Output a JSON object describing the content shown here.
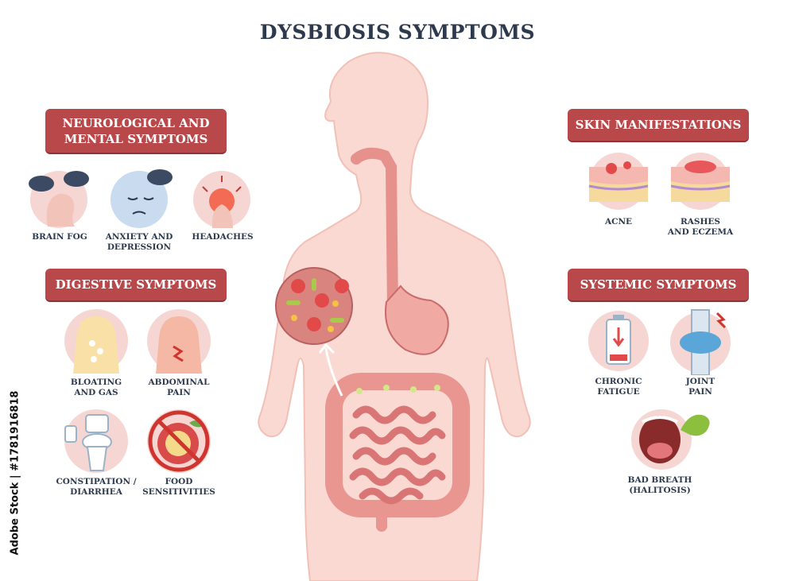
{
  "title": "DYSBIOSIS SYMPTOMS",
  "sections": {
    "neurological": {
      "heading": "NEUROLOGICAL AND\nMENTAL SYMPTOMS",
      "items": [
        "BRAIN FOG",
        "ANXIETY AND\nDEPRESSION",
        "HEADACHES"
      ]
    },
    "digestive": {
      "heading": "DIGESTIVE SYMPTOMS",
      "items": [
        "BLOATING\nAND GAS",
        "ABDOMINAL\nPAIN",
        "CONSTIPATION /\nDIARRHEA",
        "FOOD\nSENSITIVITIES"
      ]
    },
    "skin": {
      "heading": "SKIN MANIFESTATIONS",
      "items": [
        "ACNE",
        "RASHES\nAND ECZEMA"
      ]
    },
    "systemic": {
      "heading": "SYSTEMIC SYMPTOMS",
      "items": [
        "CHRONIC\nFATIGUE",
        "JOINT\nPAIN",
        "BAD BREATH\n(HALITOSIS)"
      ]
    }
  },
  "watermark": "Adobe Stock | #1781916818",
  "colors": {
    "banner": "#b9484b",
    "body": "#f9d9d2",
    "icon_circle": "#f6d6d2",
    "text": "#2d3a4d"
  },
  "icons": [
    "brain-fog-icon",
    "anxiety-icon",
    "headache-icon",
    "bloating-icon",
    "abdominal-pain-icon",
    "toilet-icon",
    "food-sensitivity-icon",
    "acne-icon",
    "rash-icon",
    "battery-icon",
    "joint-icon",
    "mouth-icon",
    "bacteria-magnifier-icon",
    "stomach-icon",
    "intestines-icon"
  ]
}
